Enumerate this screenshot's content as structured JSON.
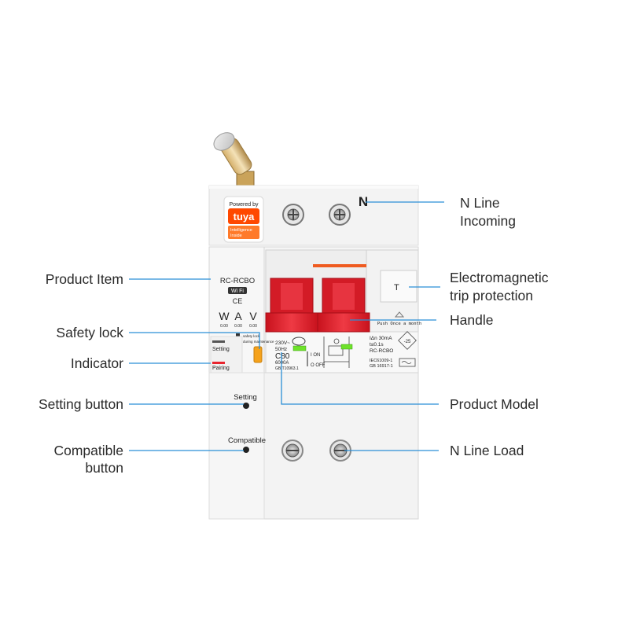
{
  "callouts": {
    "n_line_incoming": [
      "N Line",
      "Incoming"
    ],
    "product_item": "Product Item",
    "electromagnetic": [
      "Electromagnetic",
      "trip protection"
    ],
    "safety_lock": "Safety lock",
    "handle": "Handle",
    "indicator": "Indicator",
    "setting_button": "Setting button",
    "product_model": "Product Model",
    "compatible_button": [
      "Compatible",
      "button"
    ],
    "n_line_load": "N Line Load"
  },
  "device": {
    "powered_by": "Powered by",
    "brand": "tuya",
    "brand_sub": [
      "Intelligence",
      "Inside"
    ],
    "n_label": "N",
    "model": "RC-RCBO",
    "wifi": "Wi Fi",
    "ce": "CE",
    "meters": [
      "W",
      "A",
      "V"
    ],
    "meter_values": [
      "0.00",
      "0.00",
      "0.00"
    ],
    "lock_text": [
      "safety lock",
      "during maintenance"
    ],
    "setting_small": "Setting",
    "pairing_small": "Pairing",
    "setting_button_label": "Setting",
    "compatible_button_label": "Compatible",
    "spec_lines": [
      "230V~",
      "50Hz",
      "C80",
      "6000A",
      "GB/T10963.1"
    ],
    "on_off": [
      "I ON",
      "O OFF"
    ],
    "push_text": "Push Once a month",
    "rcbo_specs": [
      "IΔn 30mA",
      "t≤0.1s",
      "RC-RCBO"
    ],
    "standards": [
      "IEC61009-1",
      "GB 16917-1"
    ],
    "temp": "-25"
  },
  "colors": {
    "accent_red": "#e8252f",
    "tuya_orange": "#ff4800",
    "indicator_green": "#6ee22a",
    "lock_orange": "#f5a21b",
    "callout_line": "#2b8fd6"
  }
}
